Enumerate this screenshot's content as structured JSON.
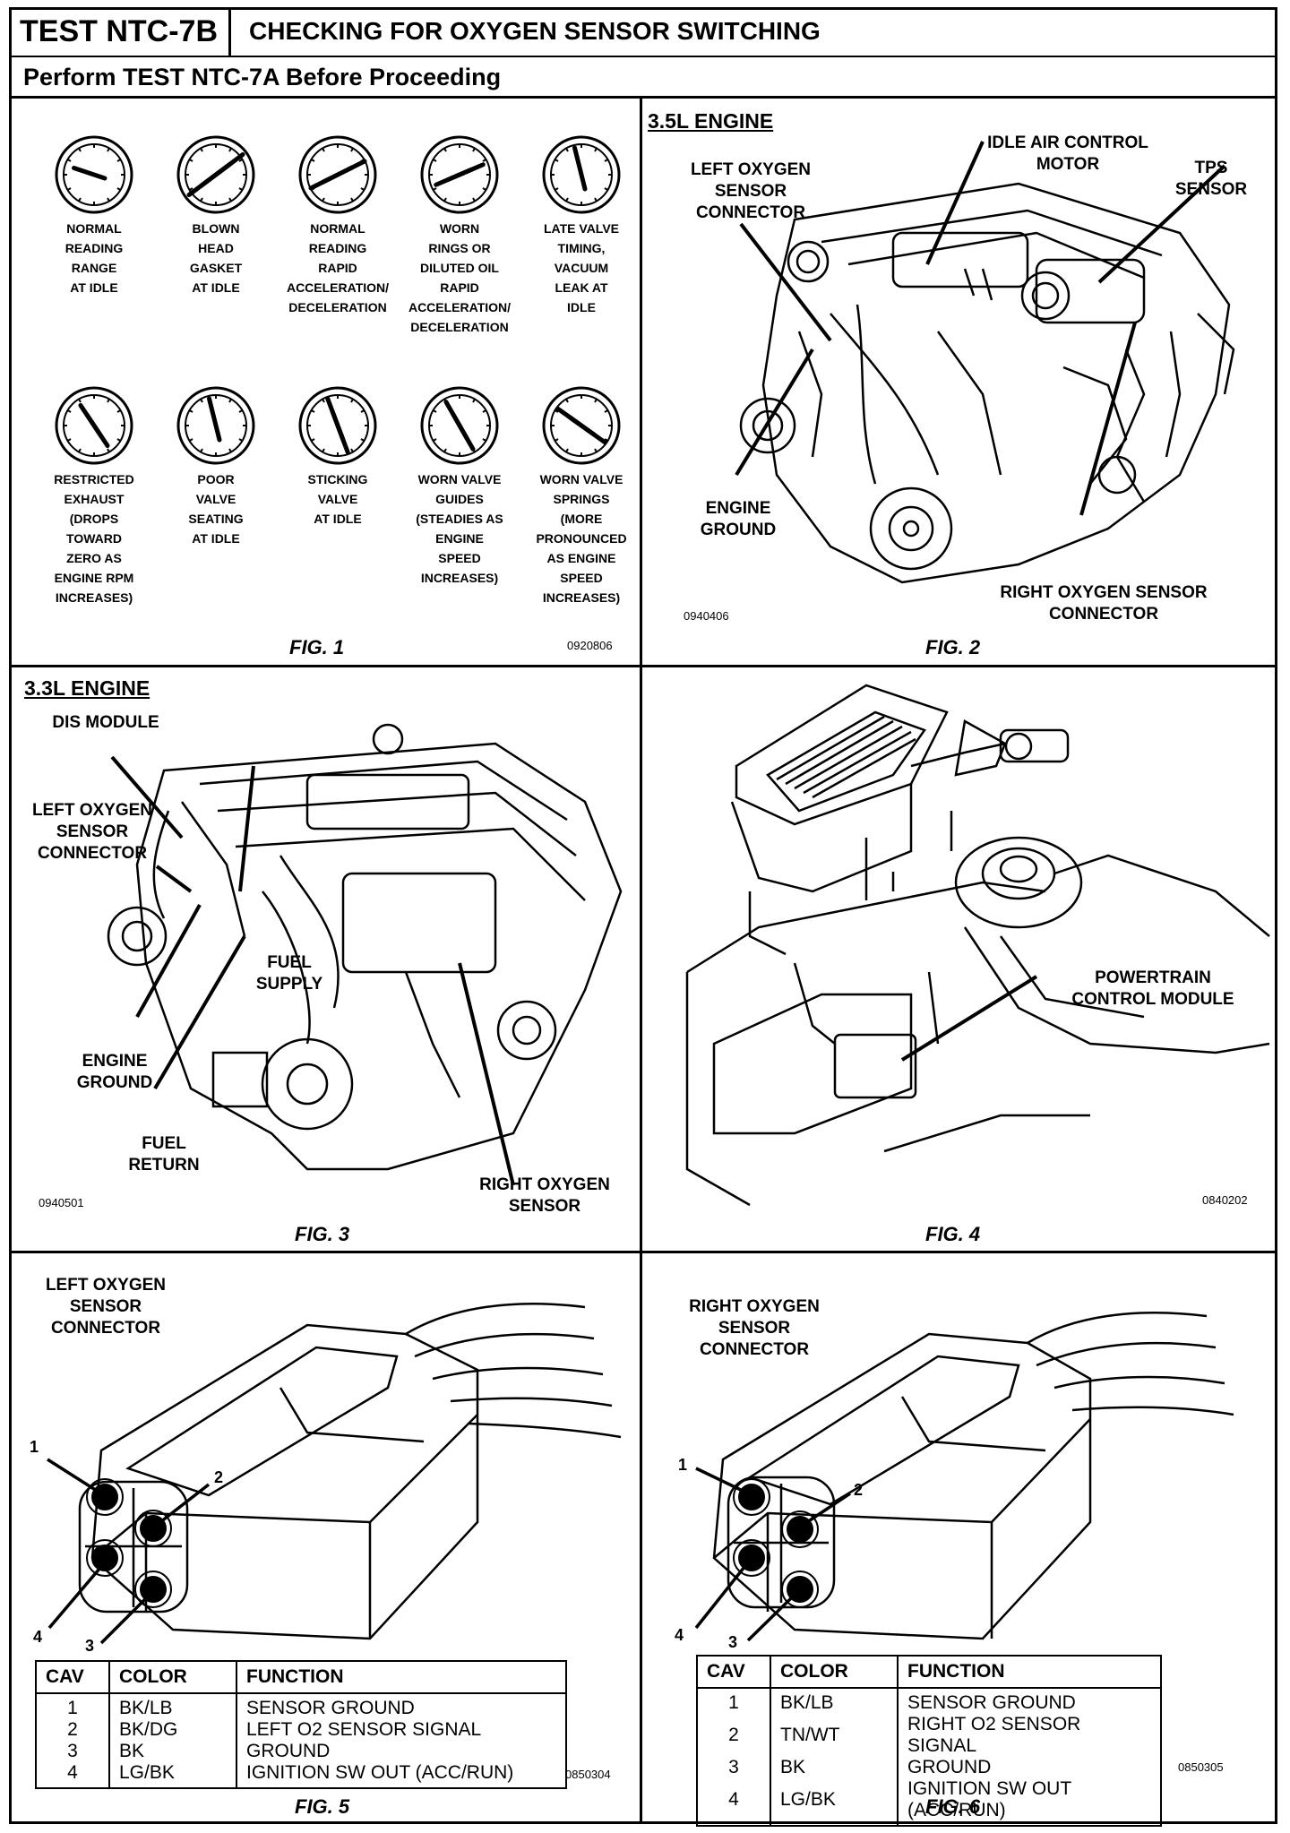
{
  "header": {
    "test_id": "TEST NTC-7B",
    "title": "CHECKING FOR OXYGEN SENSOR SWITCHING",
    "subtitle": "Perform TEST NTC-7A Before Proceeding"
  },
  "fig1": {
    "caption": "FIG. 1",
    "code": "0920806",
    "gauges": [
      {
        "label": "NORMAL READING RANGE AT IDLE",
        "lines": [
          "NORMAL",
          "READING",
          "RANGE",
          "AT IDLE"
        ]
      },
      {
        "label": "BLOWN HEAD GASKET AT IDLE",
        "lines": [
          "BLOWN",
          "HEAD",
          "GASKET",
          "AT IDLE"
        ]
      },
      {
        "label": "NORMAL READING RAPID ACCELERATION/ DECELERATION",
        "lines": [
          "NORMAL",
          "READING",
          "RAPID",
          "ACCELERATION/",
          "DECELERATION"
        ]
      },
      {
        "label": "WORN RINGS OR DILUTED OIL RAPID ACCELERATION/ DECELERATION",
        "lines": [
          "WORN",
          "RINGS OR",
          "DILUTED OIL",
          "RAPID",
          "ACCELERATION/",
          "DECELERATION"
        ]
      },
      {
        "label": "LATE VALVE TIMING, VACUUM LEAK AT IDLE",
        "lines": [
          "LATE VALVE",
          "TIMING,",
          "VACUUM",
          "LEAK AT",
          "IDLE"
        ]
      },
      {
        "label": "RESTRICTED EXHAUST (DROPS TOWARD ZERO AS ENGINE RPM INCREASES)",
        "lines": [
          "RESTRICTED",
          "EXHAUST",
          "(DROPS",
          "TOWARD",
          "ZERO AS",
          "ENGINE RPM",
          "INCREASES)"
        ]
      },
      {
        "label": "POOR VALVE SEATING AT IDLE",
        "lines": [
          "POOR",
          "VALVE",
          "SEATING",
          "AT IDLE"
        ]
      },
      {
        "label": "STICKING VALVE AT IDLE",
        "lines": [
          "STICKING",
          "VALVE",
          "AT IDLE"
        ]
      },
      {
        "label": "WORN VALVE GUIDES (STEADIES AS ENGINE SPEED INCREASES)",
        "lines": [
          "WORN VALVE",
          "GUIDES",
          "(STEADIES AS",
          "ENGINE",
          "SPEED",
          "INCREASES)"
        ]
      },
      {
        "label": "WORN VALVE SPRINGS (MORE PRONOUNCED AS ENGINE SPEED INCREASES)",
        "lines": [
          "WORN VALVE",
          "SPRINGS",
          "(MORE",
          "PRONOUNCED",
          "AS ENGINE",
          "SPEED",
          "INCREASES)"
        ]
      }
    ]
  },
  "fig2": {
    "caption": "FIG. 2",
    "code": "0940406",
    "title": "3.5L ENGINE",
    "labels": {
      "left_o2": "LEFT OXYGEN SENSOR CONNECTOR",
      "iac": "IDLE AIR CONTROL MOTOR",
      "tps": "TPS SENSOR",
      "ground": "ENGINE GROUND",
      "right_o2": "RIGHT OXYGEN SENSOR CONNECTOR"
    }
  },
  "fig3": {
    "caption": "FIG. 3",
    "code": "0940501",
    "title": "3.3L ENGINE",
    "labels": {
      "dis": "DIS MODULE",
      "left_o2": "LEFT OXYGEN SENSOR CONNECTOR",
      "fuel_supply": "FUEL SUPPLY",
      "ground": "ENGINE GROUND",
      "fuel_return": "FUEL RETURN",
      "right_o2": "RIGHT OXYGEN SENSOR"
    }
  },
  "fig4": {
    "caption": "FIG. 4",
    "code": "0840202",
    "labels": {
      "pcm": "POWERTRAIN CONTROL MODULE"
    }
  },
  "fig5": {
    "caption": "FIG. 5",
    "code": "0850304",
    "title": "LEFT OXYGEN SENSOR CONNECTOR",
    "pins": [
      "1",
      "2",
      "3",
      "4"
    ],
    "table": {
      "headers": [
        "CAV",
        "COLOR",
        "FUNCTION"
      ],
      "rows": [
        [
          "1",
          "BK/LB",
          "SENSOR GROUND"
        ],
        [
          "2",
          "BK/DG",
          "LEFT O2 SENSOR SIGNAL"
        ],
        [
          "3",
          "BK",
          "GROUND"
        ],
        [
          "4",
          "LG/BK",
          "IGNITION SW OUT (ACC/RUN)"
        ]
      ]
    }
  },
  "fig6": {
    "caption": "FIG. 6",
    "code": "0850305",
    "title": "RIGHT OXYGEN SENSOR CONNECTOR",
    "pins": [
      "1",
      "2",
      "3",
      "4"
    ],
    "table": {
      "headers": [
        "CAV",
        "COLOR",
        "FUNCTION"
      ],
      "rows": [
        [
          "1",
          "BK/LB",
          "SENSOR GROUND"
        ],
        [
          "2",
          "TN/WT",
          "RIGHT O2 SENSOR SIGNAL"
        ],
        [
          "3",
          "BK",
          "GROUND"
        ],
        [
          "4",
          "LG/BK",
          "IGNITION SW OUT (ACC/RUN)"
        ]
      ]
    }
  }
}
